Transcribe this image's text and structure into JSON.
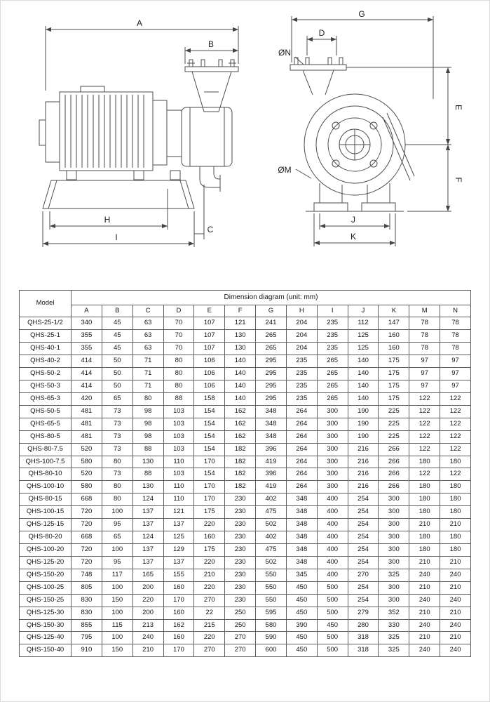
{
  "diagram": {
    "side_view": {
      "a": "A",
      "b": "B",
      "c": "C",
      "h": "H",
      "i": "I"
    },
    "front_view": {
      "g": "G",
      "d": "D",
      "n": "ØN",
      "e": "E",
      "f": "F",
      "m": "ØM",
      "j": "J",
      "k": "K"
    }
  },
  "table": {
    "title": "Dimension diagram (unit: mm)",
    "model_header": "Model",
    "columns": [
      "A",
      "B",
      "C",
      "D",
      "E",
      "F",
      "G",
      "H",
      "I",
      "J",
      "K",
      "M",
      "N"
    ],
    "rows": [
      {
        "model": "QHS-25-1/2",
        "values": [
          340,
          45,
          63,
          70,
          107,
          121,
          241,
          204,
          235,
          112,
          147,
          78,
          78
        ]
      },
      {
        "model": "QHS-25-1",
        "values": [
          355,
          45,
          63,
          70,
          107,
          130,
          265,
          204,
          235,
          125,
          160,
          78,
          78
        ]
      },
      {
        "model": "QHS-40-1",
        "values": [
          355,
          45,
          63,
          70,
          107,
          130,
          265,
          204,
          235,
          125,
          160,
          78,
          78
        ]
      },
      {
        "model": "QHS-40-2",
        "values": [
          414,
          50,
          71,
          80,
          106,
          140,
          295,
          235,
          265,
          140,
          175,
          97,
          97
        ]
      },
      {
        "model": "QHS-50-2",
        "values": [
          414,
          50,
          71,
          80,
          106,
          140,
          295,
          235,
          265,
          140,
          175,
          97,
          97
        ]
      },
      {
        "model": "QHS-50-3",
        "values": [
          414,
          50,
          71,
          80,
          106,
          140,
          295,
          235,
          265,
          140,
          175,
          97,
          97
        ]
      },
      {
        "model": "QHS-65-3",
        "values": [
          420,
          65,
          80,
          88,
          158,
          140,
          295,
          235,
          265,
          140,
          175,
          122,
          122
        ]
      },
      {
        "model": "QHS-50-5",
        "values": [
          481,
          73,
          98,
          103,
          154,
          162,
          348,
          264,
          300,
          190,
          225,
          122,
          122
        ]
      },
      {
        "model": "QHS-65-5",
        "values": [
          481,
          73,
          98,
          103,
          154,
          162,
          348,
          264,
          300,
          190,
          225,
          122,
          122
        ]
      },
      {
        "model": "QHS-80-5",
        "values": [
          481,
          73,
          98,
          103,
          154,
          162,
          348,
          264,
          300,
          190,
          225,
          122,
          122
        ]
      },
      {
        "model": "QHS-80-7.5",
        "values": [
          520,
          73,
          88,
          103,
          154,
          182,
          396,
          264,
          300,
          216,
          266,
          122,
          122
        ]
      },
      {
        "model": "QHS-100-7.5",
        "values": [
          580,
          80,
          130,
          110,
          170,
          182,
          419,
          264,
          300,
          216,
          266,
          180,
          180
        ]
      },
      {
        "model": "QHS-80-10",
        "values": [
          520,
          73,
          88,
          103,
          154,
          182,
          396,
          264,
          300,
          216,
          266,
          122,
          122
        ]
      },
      {
        "model": "QHS-100-10",
        "values": [
          580,
          80,
          130,
          110,
          170,
          182,
          419,
          264,
          300,
          216,
          266,
          180,
          180
        ]
      },
      {
        "model": "QHS-80-15",
        "values": [
          668,
          80,
          124,
          110,
          170,
          230,
          402,
          348,
          400,
          254,
          300,
          180,
          180
        ]
      },
      {
        "model": "QHS-100-15",
        "values": [
          720,
          100,
          137,
          121,
          175,
          230,
          475,
          348,
          400,
          254,
          300,
          180,
          180
        ]
      },
      {
        "model": "QHS-125-15",
        "values": [
          720,
          95,
          137,
          137,
          220,
          230,
          502,
          348,
          400,
          254,
          300,
          210,
          210
        ]
      },
      {
        "model": "QHS-80-20",
        "values": [
          668,
          65,
          124,
          125,
          160,
          230,
          402,
          348,
          400,
          254,
          300,
          180,
          180
        ]
      },
      {
        "model": "QHS-100-20",
        "values": [
          720,
          100,
          137,
          129,
          175,
          230,
          475,
          348,
          400,
          254,
          300,
          180,
          180
        ]
      },
      {
        "model": "QHS-125-20",
        "values": [
          720,
          95,
          137,
          137,
          220,
          230,
          502,
          348,
          400,
          254,
          300,
          210,
          210
        ]
      },
      {
        "model": "QHS-150-20",
        "values": [
          748,
          117,
          165,
          155,
          210,
          230,
          550,
          345,
          400,
          270,
          325,
          240,
          240
        ]
      },
      {
        "model": "QHS-100-25",
        "values": [
          805,
          100,
          200,
          160,
          220,
          230,
          550,
          450,
          500,
          254,
          300,
          210,
          210
        ]
      },
      {
        "model": "QHS-150-25",
        "values": [
          830,
          150,
          220,
          170,
          270,
          230,
          550,
          450,
          500,
          254,
          300,
          240,
          240
        ]
      },
      {
        "model": "QHS-125-30",
        "values": [
          830,
          100,
          200,
          160,
          22,
          250,
          595,
          450,
          500,
          279,
          352,
          210,
          210
        ]
      },
      {
        "model": "QHS-150-30",
        "values": [
          855,
          115,
          213,
          162,
          215,
          250,
          580,
          390,
          450,
          280,
          330,
          240,
          240
        ]
      },
      {
        "model": "QHS-125-40",
        "values": [
          795,
          100,
          240,
          160,
          220,
          270,
          590,
          450,
          500,
          318,
          325,
          210,
          210
        ]
      },
      {
        "model": "QHS-150-40",
        "values": [
          910,
          150,
          210,
          170,
          270,
          270,
          600,
          450,
          500,
          318,
          325,
          240,
          240
        ]
      }
    ]
  }
}
